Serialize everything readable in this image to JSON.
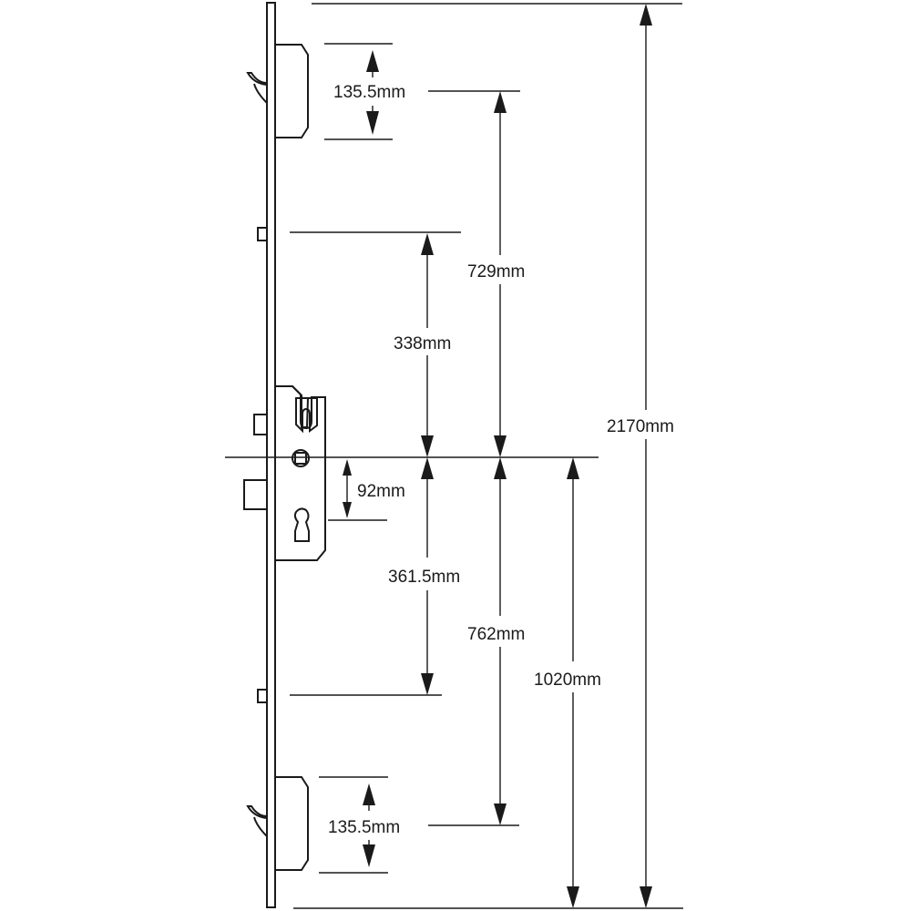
{
  "dimensions": {
    "top_hook_height": "135.5mm",
    "upper_roller_to_centre": "338mm",
    "top_hook_to_centre": "729mm",
    "total_length": "2170mm",
    "centre_to_cylinder": "92mm",
    "centre_to_lower_roller": "361.5mm",
    "centre_to_bottom_hook": "762mm",
    "centre_to_bottom": "1020mm",
    "bottom_hook_height": "135.5mm"
  }
}
